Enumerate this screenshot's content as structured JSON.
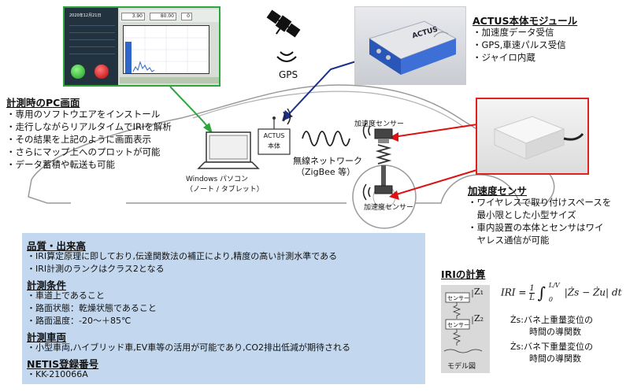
{
  "pc_screen": {
    "date": "2020年12月21日",
    "readout_1": "3.90",
    "readout_2": "80.00",
    "readout_3": "0"
  },
  "pc_section": {
    "title": "計測時のPC画面",
    "bullets": [
      "・専用のソフトウエアをインストール",
      "・走行しながらリアルタイムでIRIを解析",
      "・その結果を上記のように画面表示",
      "・さらにマップ上へのプロットが可能",
      "・データ蓄積や転送も可能"
    ]
  },
  "gps": {
    "label": "GPS"
  },
  "actus_section": {
    "title": "ACTUS本体モジュール",
    "bullets": [
      "・加速度データ受信",
      "・GPS,車速パルス受信",
      "・ジャイロ内蔵"
    ],
    "device_brand": "ACTUS"
  },
  "car_diagram": {
    "actus_box_label_1": "ACTUS",
    "actus_box_label_2": "本体",
    "laptop_label_1": "Windows パソコン",
    "laptop_label_2": "（ノート / タブレット）",
    "wireless_label_1": "無線ネットワーク",
    "wireless_label_2": "（ZigBee 等）",
    "sensor_label_top": "加速度センサー",
    "sensor_label_bottom": "加速度センサー"
  },
  "sensor_section": {
    "title": "加速度センサ",
    "bullets": [
      "・ワイヤレスで取り付けスペースを",
      "　最小限とした小型サイズ",
      "・車内設置の本体とセンサはワイ",
      "　ヤレス通信が可能"
    ]
  },
  "info_box": {
    "quality_title": "品質・出来高",
    "quality_items": [
      "・IRI算定原理に即しており,伝達関数法の補正により,精度の高い計測水準である",
      "・IRI計測のランクはクラス2となる"
    ],
    "conditions_title": "計測条件",
    "conditions_items": [
      "・車道上であること",
      "・路面状態：乾燥状態であること",
      "・路面温度：-20～＋85℃"
    ],
    "vehicle_title": "計測車両",
    "vehicle_items": [
      "・小型車両,ハイブリッド車,EV車等の活用が可能であり,CO2排出低減が期待される"
    ],
    "netis_title": "NETIS登録番号",
    "netis_items": [
      "・KK-210066A"
    ]
  },
  "iri_section": {
    "title": "IRIの計算",
    "formula_lhs": "IRI = ",
    "formula_frac_num": "1",
    "formula_frac_den": "L",
    "formula_upper": "L/V",
    "formula_lower": "0",
    "formula_body": "|Żs − Żu| dt",
    "zs_def_1": "Żs:バネ上重量変位の",
    "zs_def_2": "時間の導関数",
    "zu_def_1": "Żs:バネ下重量変位の",
    "zu_def_2": "時間の導関数",
    "model_sensor_1": "センサー",
    "model_sensor_2": "センサー",
    "model_z1": "Z₁",
    "model_z2": "Z₂",
    "model_caption": "モデル図"
  },
  "colors": {
    "green_arrow": "#2ea63a",
    "blue_arrow": "#1a2f8a",
    "red_arrow": "#dd1111",
    "info_box_bg": "#c3d8ee"
  }
}
